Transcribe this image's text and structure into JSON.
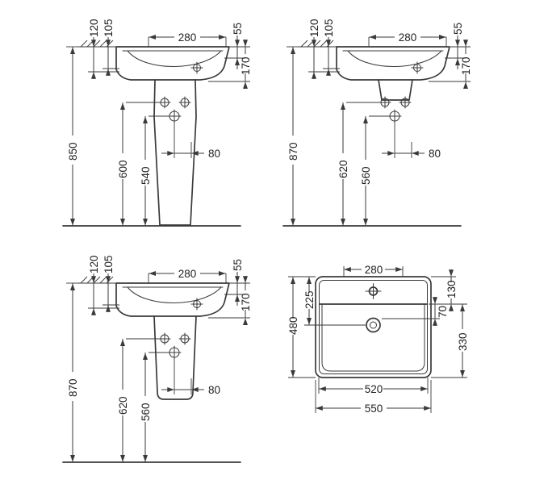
{
  "figure": {
    "kind": "sanitary-ware technical dimension drawing",
    "line_color": "#3a3a3a",
    "background": "#ffffff"
  },
  "views": {
    "pedestal": {
      "label": "washbasin with full pedestal, side view",
      "dims": {
        "rear_a": "120",
        "rear_b": "105",
        "top_width": "280",
        "edge": "55",
        "apron": "170",
        "total_height": "850",
        "fixing_height": "600",
        "drain_height": "540",
        "drain_offset": "80"
      }
    },
    "siphon": {
      "label": "washbasin with siphon cover, side view",
      "dims": {
        "rear_a": "120",
        "rear_b": "105",
        "top_width": "280",
        "edge": "55",
        "apron": "170",
        "total_height": "870",
        "fixing_height": "620",
        "drain_height": "560",
        "drain_offset": "80"
      }
    },
    "half_pedestal": {
      "label": "washbasin with half pedestal, side view",
      "dims": {
        "rear_a": "120",
        "rear_b": "105",
        "top_width": "280",
        "edge": "55",
        "apron": "170",
        "total_height": "870",
        "fixing_height": "620",
        "drain_height": "560",
        "drain_offset": "80"
      }
    },
    "plan": {
      "label": "washbasin plan view",
      "dims": {
        "tap_width": "280",
        "rear_depth": "130",
        "ledge": "70",
        "bowl_depth": "330",
        "drain_depth": "225",
        "depth": "480",
        "inner_width": "520",
        "width": "550"
      }
    }
  }
}
